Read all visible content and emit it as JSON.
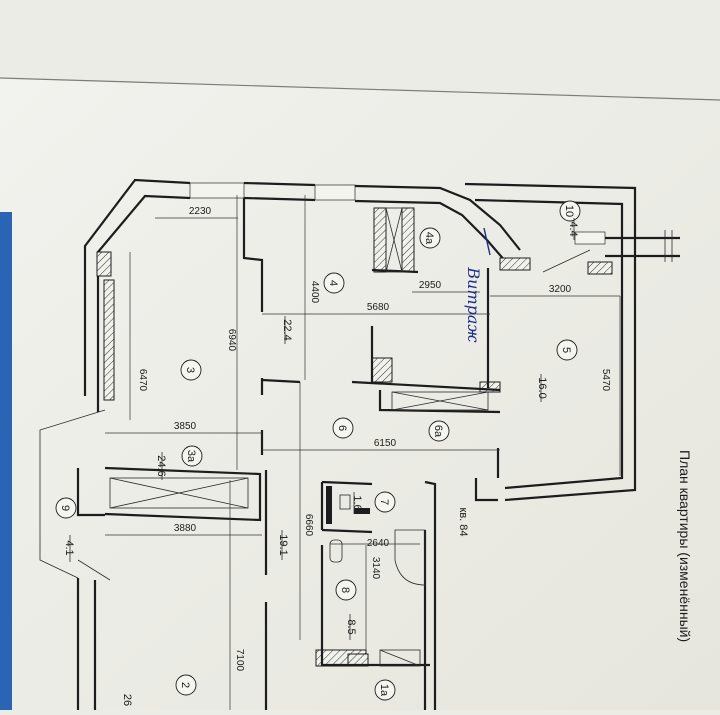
{
  "title": "План квартиры (изменённый)",
  "apartment_label": "кв. 84",
  "handwritten_note": "Витраж",
  "rooms": [
    {
      "number": "10",
      "area": "4.4"
    },
    {
      "number": "4a",
      "area": ""
    },
    {
      "number": "4",
      "area": "22.4"
    },
    {
      "number": "5",
      "area": "16.0"
    },
    {
      "number": "3",
      "area": ""
    },
    {
      "number": "6",
      "area": "19.1"
    },
    {
      "number": "6a",
      "area": ""
    },
    {
      "number": "3a",
      "area": "24.6"
    },
    {
      "number": "7",
      "area": "1.6"
    },
    {
      "number": "9",
      "area": "4.1"
    },
    {
      "number": "8",
      "area": "8.5"
    },
    {
      "number": "2",
      "area": "26"
    },
    {
      "number": "1a",
      "area": ""
    }
  ],
  "dimensions": [
    "2230",
    "4400",
    "2950",
    "5680",
    "3200",
    "6940",
    "6470",
    "5470",
    "3850",
    "6150",
    "3880",
    "6660",
    "2640",
    "3140",
    "7100"
  ]
}
